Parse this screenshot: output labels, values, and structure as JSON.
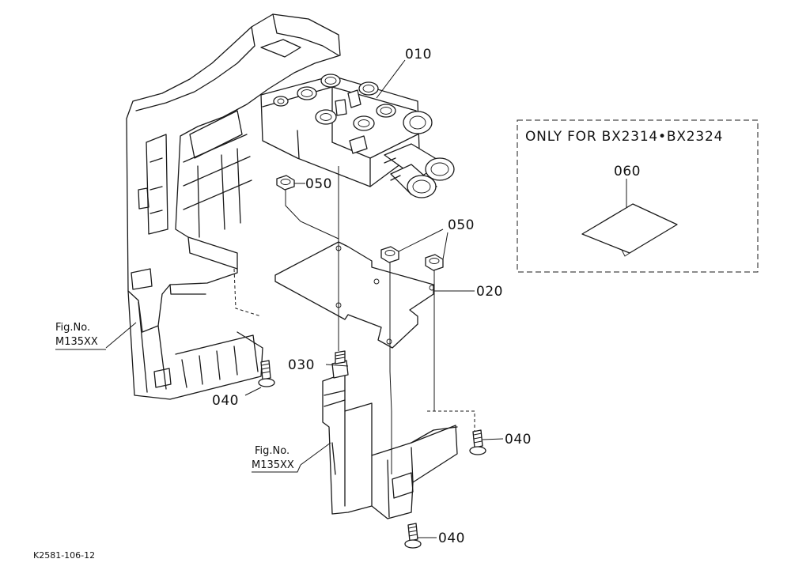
{
  "parts": {
    "p010": "010",
    "p020": "020",
    "p030": "030",
    "p040_left": "040",
    "p040_right": "040",
    "p040_bottom": "040",
    "p050_left": "050",
    "p050_right": "050",
    "p060": "060"
  },
  "fig_refs": {
    "left": {
      "line1": "Fig.No.",
      "line2": "M135XX"
    },
    "center": {
      "line1": "Fig.No.",
      "line2": "M135XX"
    }
  },
  "inset": {
    "note": "ONLY FOR BX2314•BX2324"
  },
  "drawing_code": "K2581-106-12"
}
